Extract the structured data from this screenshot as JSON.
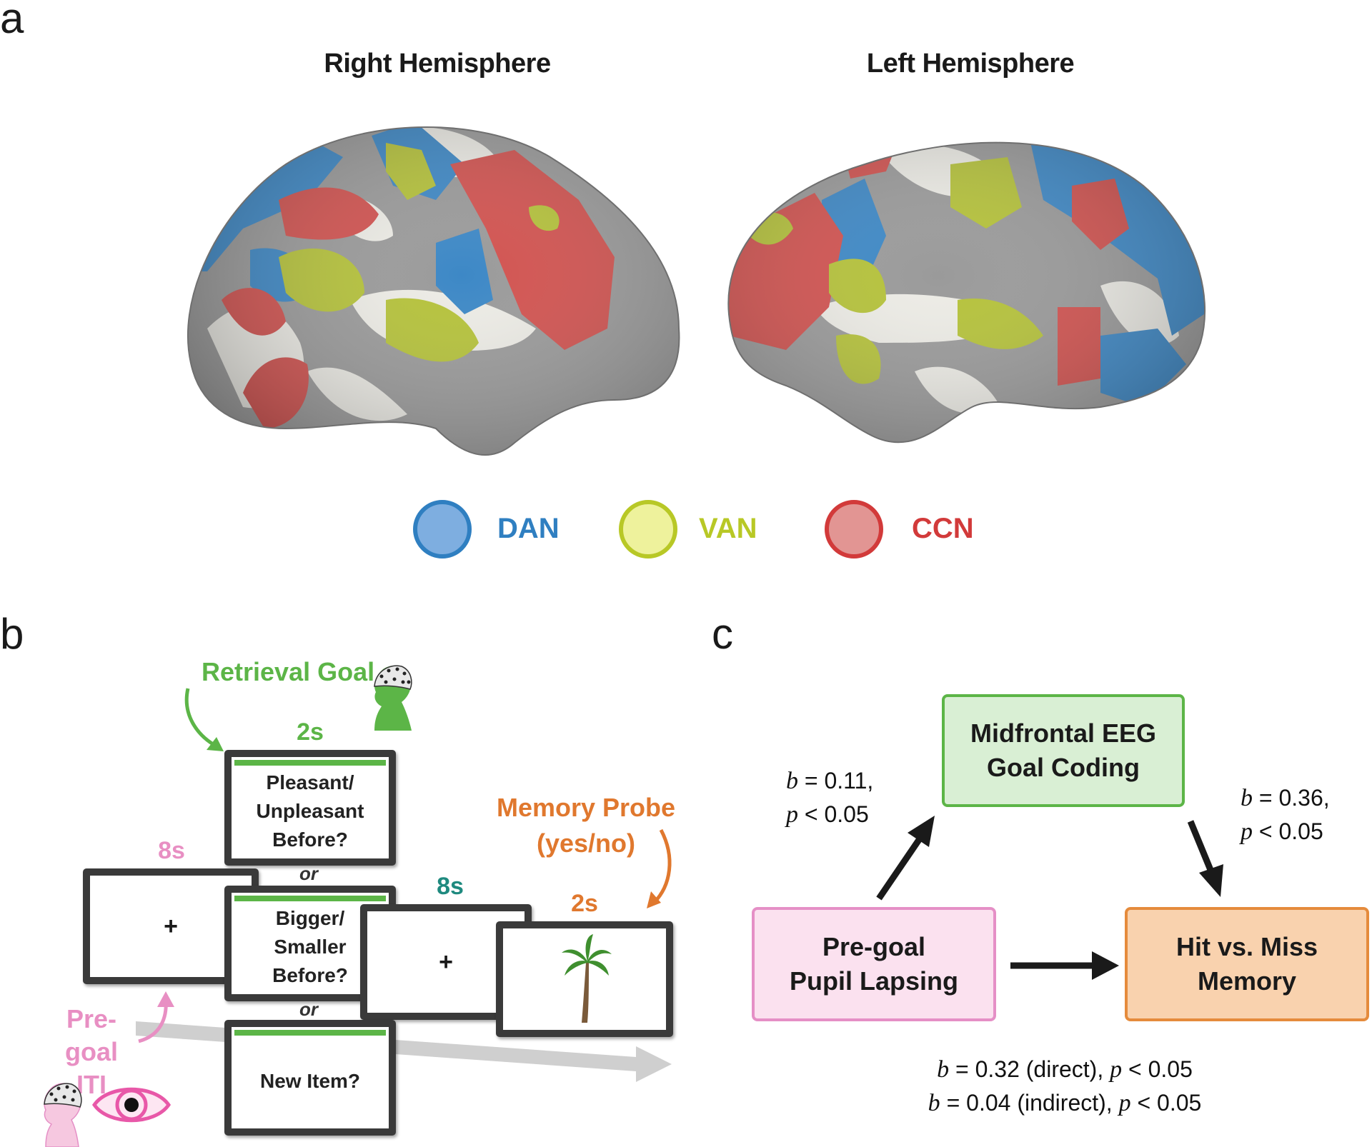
{
  "panel_a": {
    "letter": "a",
    "title_right": "Right Hemisphere",
    "title_left": "Left Hemisphere",
    "legend": [
      {
        "label": "DAN",
        "color": "#2f7fc1",
        "fill": "#7eaee0"
      },
      {
        "label": "VAN",
        "color": "#b8c826",
        "fill": "#eef29c"
      },
      {
        "label": "CCN",
        "color": "#d23a3a",
        "fill": "#e29593"
      }
    ],
    "colors": {
      "dan": "#3d88c6",
      "van": "#b5c23a",
      "ccn": "#d2524f",
      "gyrus": "#ecebe5",
      "sulcus": "#9a9a9a"
    }
  },
  "panel_b": {
    "letter": "b",
    "retrieval_goal": "Retrieval Goal",
    "goal_time": "2s",
    "goal_q1": [
      "Pleasant/",
      "Unpleasant",
      "Before?"
    ],
    "goal_q2": [
      "Bigger/",
      "Smaller",
      "Before?"
    ],
    "goal_q3": [
      "New Item?"
    ],
    "or": "or",
    "iti_time": "8s",
    "delay_time": "8s",
    "probe_time": "2s",
    "fixation": "+",
    "memory_probe": [
      "Memory Probe",
      "(yes/no)"
    ],
    "pregoal_iti": [
      "Pre-goal",
      "ITI"
    ],
    "colors": {
      "goal": "#5cb547",
      "iti": "#e88fc3",
      "delay": "#1f8a7f",
      "probe": "#e0782e"
    }
  },
  "panel_c": {
    "letter": "c",
    "mediator": [
      "Midfrontal EEG",
      "Goal Coding"
    ],
    "predictor": [
      "Pre-goal",
      "Pupil Lapsing"
    ],
    "outcome": [
      "Hit vs. Miss",
      "Memory"
    ],
    "path_a": {
      "b": "= 0.11,",
      "p": "< 0.05"
    },
    "path_b": {
      "b": "= 0.36,",
      "p": "< 0.05"
    },
    "direct": {
      "b": "= 0.32 (direct),",
      "p": "< 0.05"
    },
    "indirect": {
      "b": "= 0.04 (indirect),",
      "p": "< 0.05"
    },
    "b_symbol": "b",
    "p_symbol": "p",
    "colors": {
      "mediator_border": "#5cb547",
      "mediator_fill": "#d9efd4",
      "predictor_border": "#e58fc6",
      "predictor_fill": "#fbe1ef",
      "outcome_border": "#e58b3c",
      "outcome_fill": "#f9d2ae"
    }
  }
}
